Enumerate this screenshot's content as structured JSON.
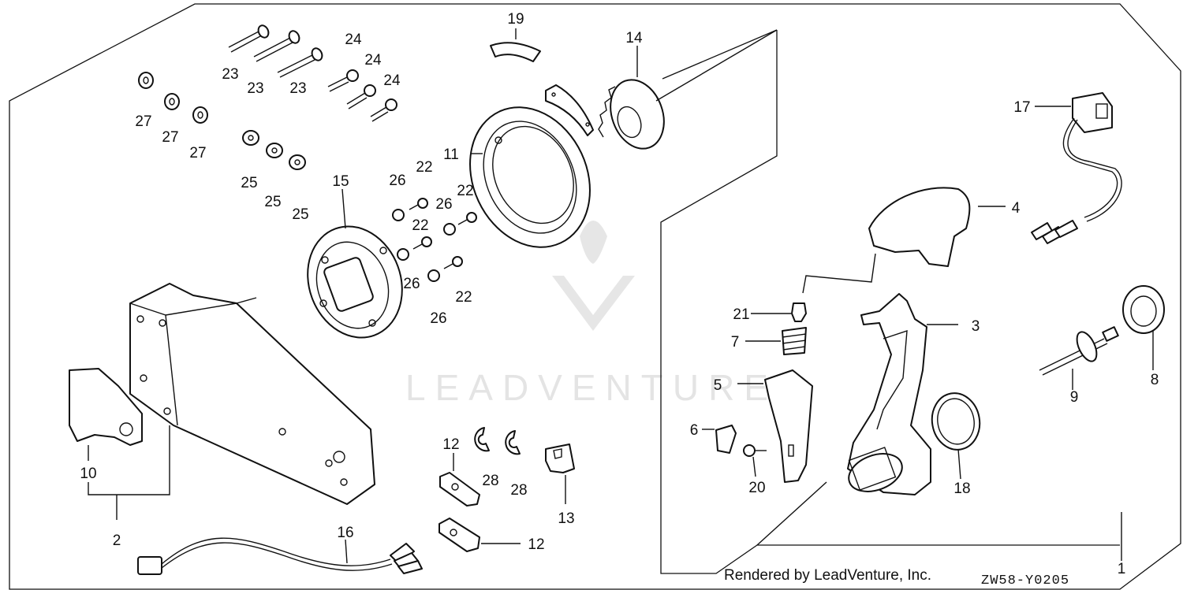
{
  "watermark": {
    "text": "LEADVENTURE"
  },
  "footer": {
    "rendered_by": "Rendered by LeadVenture, Inc.",
    "diagram_code": "ZW58-Y0205"
  },
  "callouts": {
    "c1": "1",
    "c2": "2",
    "c3": "3",
    "c4": "4",
    "c5": "5",
    "c6": "6",
    "c7": "7",
    "c8": "8",
    "c9": "9",
    "c10": "10",
    "c11": "11",
    "c12a": "12",
    "c12b": "12",
    "c13": "13",
    "c14": "14",
    "c15": "15",
    "c16": "16",
    "c17": "17",
    "c18": "18",
    "c19": "19",
    "c20": "20",
    "c21": "21",
    "c22a": "22",
    "c22b": "22",
    "c22c": "22",
    "c22d": "22",
    "c23a": "23",
    "c23b": "23",
    "c23c": "23",
    "c24a": "24",
    "c24b": "24",
    "c24c": "24",
    "c25a": "25",
    "c25b": "25",
    "c25c": "25",
    "c26a": "26",
    "c26b": "26",
    "c26c": "26",
    "c26d": "26",
    "c27a": "27",
    "c27b": "27",
    "c27c": "27",
    "c28a": "28",
    "c28b": "28"
  }
}
